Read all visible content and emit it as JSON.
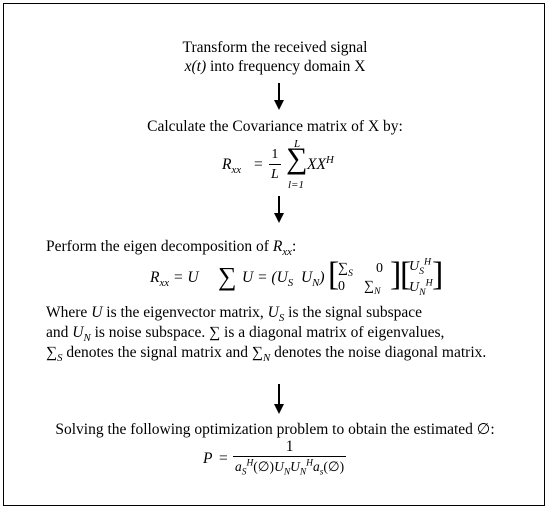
{
  "step1": {
    "line1": "Transform the received signal",
    "line2_suffix": " into frequency domain X"
  },
  "step2": {
    "line1": "Calculate the Covariance matrix of X by:"
  },
  "step3": {
    "line1": "Perform the eigen decomposition of ",
    "where_line1_a": "Where ",
    "where_line1_b": " is the eigenvector matrix, ",
    "where_line1_c": " is the signal subspace",
    "where_line2_a": "and ",
    "where_line2_b": " is noise subspace. ∑ is a diagonal matrix of eigenvalues,",
    "where_line3_a": " denotes the signal matrix and ",
    "where_line3_b": " denotes the noise diagonal matrix."
  },
  "step4": {
    "line1": "Solving the following  optimization problem to obtain the estimated ∅:"
  },
  "arrows": [
    "down-arrow-1",
    "down-arrow-2",
    "down-arrow-3"
  ]
}
